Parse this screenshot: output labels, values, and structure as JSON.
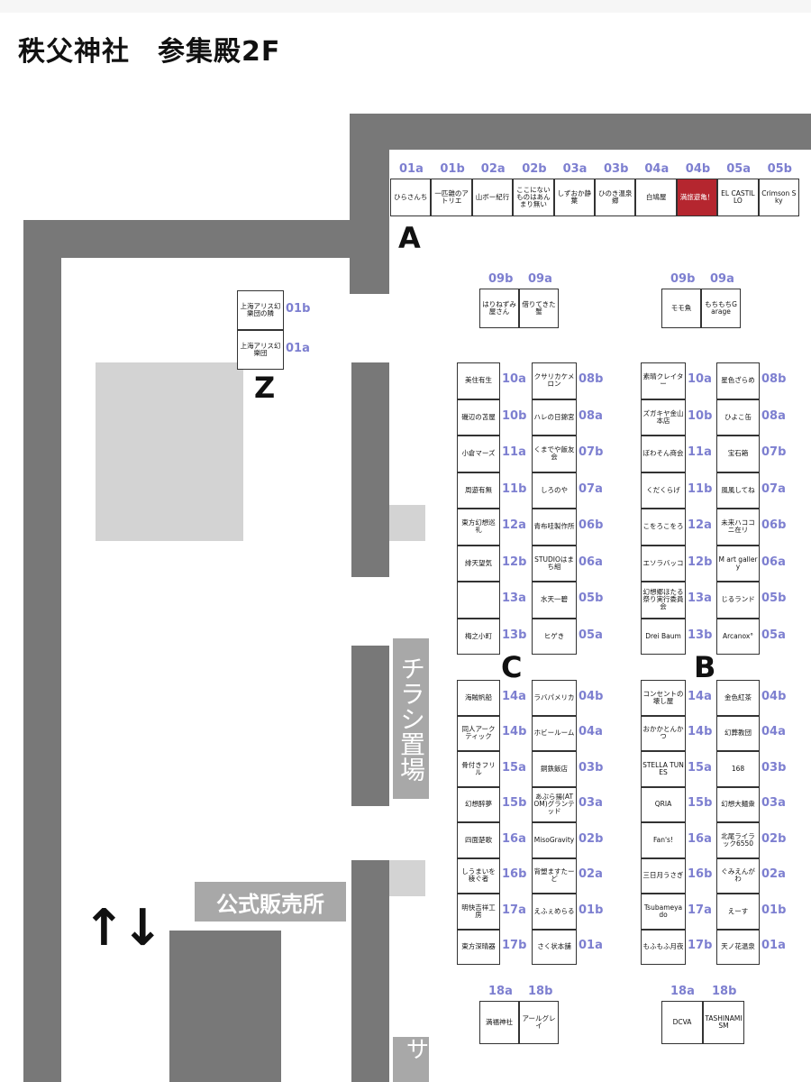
{
  "title": "秩父神社　参集殿2F",
  "labels": {
    "flyer_area": "チラシ置場",
    "official_shop": "公式販売所",
    "bottom_partial": "サー",
    "arrows": "↑↓"
  },
  "blocks": [
    "A",
    "B",
    "C",
    "Z"
  ],
  "colors": {
    "wall": "#787878",
    "booth_number": "#7d7fd0",
    "highlight_booth": "#b5262f",
    "label_box": "#a8a8a8"
  },
  "booths": {
    "A": [
      {
        "no": "01a",
        "name": "ひらさんち"
      },
      {
        "no": "01b",
        "name": "一匹雜のアトリエ"
      },
      {
        "no": "02a",
        "name": "山ボー紀行"
      },
      {
        "no": "02b",
        "name": "ここにないものはあんまり無い"
      },
      {
        "no": "03a",
        "name": "しずおか静葉"
      },
      {
        "no": "03b",
        "name": "ひのき温泉郷"
      },
      {
        "no": "04a",
        "name": "白鳩屋"
      },
      {
        "no": "04b",
        "name": "満旅遊亀！",
        "highlight": true
      },
      {
        "no": "05a",
        "name": "EL CASTILLO"
      },
      {
        "no": "05b",
        "name": "Crimson Sky"
      }
    ],
    "Z": [
      {
        "no": "01b",
        "name": "上海アリス幻樂団の隣"
      },
      {
        "no": "01a",
        "name": "上海アリス幻樂団"
      }
    ],
    "C_top": [
      {
        "no": "09b",
        "name": "はりねずみ屋さん"
      },
      {
        "no": "09a",
        "name": "借りてきた蟹"
      }
    ],
    "B_top": [
      {
        "no": "09b",
        "name": "モモ魚"
      },
      {
        "no": "09a",
        "name": "もちもちGarage"
      }
    ],
    "C_upper_left": [
      {
        "no": "10a",
        "name": "美住有生"
      },
      {
        "no": "10b",
        "name": "磯辺の苫屋"
      },
      {
        "no": "11a",
        "name": "小倉マーズ"
      },
      {
        "no": "11b",
        "name": "周遊有無"
      },
      {
        "no": "12a",
        "name": "東方幻想巡礼"
      },
      {
        "no": "12b",
        "name": "緋天望気"
      },
      {
        "no": "13a",
        "name": ""
      },
      {
        "no": "13b",
        "name": "梅之小町"
      }
    ],
    "C_upper_right": [
      {
        "no": "08b",
        "name": "クサリカケメロン"
      },
      {
        "no": "08a",
        "name": "ハレの日錦宮"
      },
      {
        "no": "07b",
        "name": "くまでや飯友会"
      },
      {
        "no": "07a",
        "name": "しろのや"
      },
      {
        "no": "06b",
        "name": "青布哇製作所"
      },
      {
        "no": "06a",
        "name": "STUDIOはまち組"
      },
      {
        "no": "05b",
        "name": "水天一碧"
      },
      {
        "no": "05a",
        "name": "ヒゲき"
      }
    ],
    "B_upper_left": [
      {
        "no": "10a",
        "name": "素晴クレイター"
      },
      {
        "no": "10b",
        "name": "ズガキヤ金山本店"
      },
      {
        "no": "11a",
        "name": "ぼわそん商会"
      },
      {
        "no": "11b",
        "name": "くだくらげ"
      },
      {
        "no": "12a",
        "name": "こをろこをろ"
      },
      {
        "no": "12b",
        "name": "エソラバッコ"
      },
      {
        "no": "13a",
        "name": "幻想郷ほたる祭り実行委員会"
      },
      {
        "no": "13b",
        "name": "Drei Baum"
      }
    ],
    "B_upper_right": [
      {
        "no": "08b",
        "name": "星色ざらめ"
      },
      {
        "no": "08a",
        "name": "ひよこ缶"
      },
      {
        "no": "07b",
        "name": "宝石箱"
      },
      {
        "no": "07a",
        "name": "風風してね"
      },
      {
        "no": "06b",
        "name": "未来ハココニ在リ"
      },
      {
        "no": "06a",
        "name": "M art gallery"
      },
      {
        "no": "05b",
        "name": "じるランド"
      },
      {
        "no": "05a",
        "name": "Arcanox°"
      }
    ],
    "C_lower_left": [
      {
        "no": "14a",
        "name": "海賊帆船"
      },
      {
        "no": "14b",
        "name": "同人アークティック"
      },
      {
        "no": "15a",
        "name": "骨付きフリル"
      },
      {
        "no": "15b",
        "name": "幻想醉夢"
      },
      {
        "no": "16a",
        "name": "四面楚歌"
      },
      {
        "no": "16b",
        "name": "しうまいを稜ぐ者"
      },
      {
        "no": "17a",
        "name": "明快吉祥工房"
      },
      {
        "no": "17b",
        "name": "東方深晴器"
      }
    ],
    "C_lower_right": [
      {
        "no": "04b",
        "name": "ラバパメリカ"
      },
      {
        "no": "04a",
        "name": "ホビールーム"
      },
      {
        "no": "03b",
        "name": "銅鉄飯店"
      },
      {
        "no": "03a",
        "name": "あぶら揚(ATOM)グランテッド"
      },
      {
        "no": "02b",
        "name": "MisoGravity"
      },
      {
        "no": "02a",
        "name": "背塑ますたーど"
      },
      {
        "no": "01b",
        "name": "えふぇめらる"
      },
      {
        "no": "01a",
        "name": "さく状本舗"
      }
    ],
    "B_lower_left": [
      {
        "no": "14a",
        "name": "コンセントの壊し屋"
      },
      {
        "no": "14b",
        "name": "おかかとんかつ"
      },
      {
        "no": "15a",
        "name": "STELLA TUNES"
      },
      {
        "no": "15b",
        "name": "QRIA"
      },
      {
        "no": "16a",
        "name": "Fan's!"
      },
      {
        "no": "16b",
        "name": "三日月うさぎ"
      },
      {
        "no": "17a",
        "name": "Tsubameyado"
      },
      {
        "no": "17b",
        "name": "もふもふ月夜"
      }
    ],
    "B_lower_right": [
      {
        "no": "04b",
        "name": "金色紅茶"
      },
      {
        "no": "04a",
        "name": "幻葬教団"
      },
      {
        "no": "03b",
        "name": "168"
      },
      {
        "no": "03a",
        "name": "幻想大麺衆"
      },
      {
        "no": "02b",
        "name": "北尾ライラック6550"
      },
      {
        "no": "02a",
        "name": "ぐみえんがわ"
      },
      {
        "no": "01b",
        "name": "えーす"
      },
      {
        "no": "01a",
        "name": "天ノ花温泉"
      }
    ],
    "C_bottom": [
      {
        "no": "18a",
        "name": "満福神社"
      },
      {
        "no": "18b",
        "name": "アールグレイ"
      }
    ],
    "B_bottom": [
      {
        "no": "18a",
        "name": "DCVA"
      },
      {
        "no": "18b",
        "name": "TASHINAMISM"
      }
    ]
  }
}
